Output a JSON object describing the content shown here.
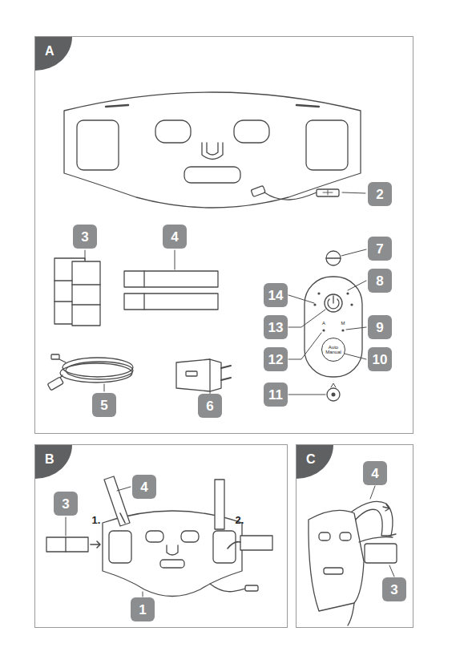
{
  "diagram": {
    "nodes": [
      {
        "text": [
          "A"
        ]
      },
      {
        "text": [
          "2"
        ],
        "in": 0
      },
      {
        "text": [
          "3"
        ],
        "in": 0
      },
      {
        "text": [
          "4"
        ],
        "in": 0
      },
      {
        "text": [
          "7"
        ],
        "in": 0
      },
      {
        "text": [
          "8"
        ],
        "in": 0
      },
      {
        "text": [
          "14"
        ],
        "in": 0
      },
      {
        "text": [
          "13"
        ],
        "in": 0
      },
      {
        "text": [
          "9"
        ],
        "in": 0
      },
      {
        "text": [
          "12"
        ],
        "in": 0
      },
      {
        "text": [
          "10"
        ],
        "in": 0
      },
      {
        "text": [
          "5"
        ],
        "in": 0
      },
      {
        "text": [
          "6"
        ],
        "in": 0
      },
      {
        "text": [
          "11"
        ],
        "in": 0
      },
      {
        "text": [
          "Auto Manual"
        ],
        "in": 0
      },
      {
        "text": [
          "B"
        ]
      },
      {
        "text": [
          "3"
        ],
        "in": 15
      },
      {
        "text": [
          "4"
        ],
        "in": 15
      },
      {
        "text": [
          "1"
        ],
        "in": 15
      },
      {
        "text": [
          "C"
        ]
      },
      {
        "text": [
          "4"
        ],
        "in": 19
      },
      {
        "text": [
          "3"
        ],
        "in": 19
      }
    ],
    "labels": [
      "A",
      "M",
      "1.",
      "2."
    ]
  }
}
